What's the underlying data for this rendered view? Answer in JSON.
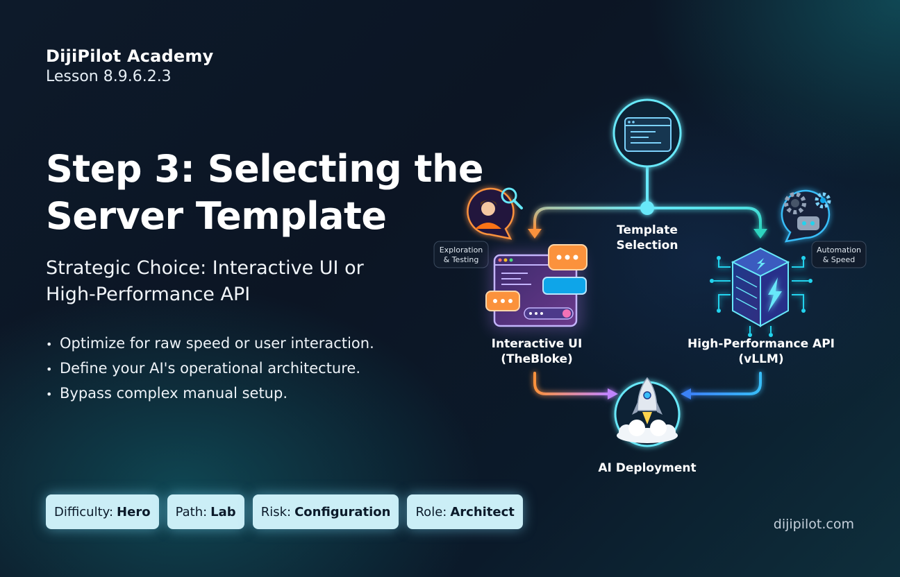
{
  "brand": {
    "name": "DijiPilot Academy",
    "lesson": "Lesson 8.9.6.2.3"
  },
  "title": {
    "line1": "Step 3: Selecting the",
    "line2": "Server Template"
  },
  "subtitle": {
    "line1": "Strategic Choice: Interactive UI or",
    "line2": "High-Performance API"
  },
  "bullets": [
    "Optimize for raw speed or user interaction.",
    "Define your AI's operational architecture.",
    "Bypass complex manual setup."
  ],
  "pills": [
    {
      "label": "Difficulty:",
      "value": "Hero"
    },
    {
      "label": "Path:",
      "value": "Lab"
    },
    {
      "label": "Risk:",
      "value": "Configuration"
    },
    {
      "label": "Role:",
      "value": "Architect"
    }
  ],
  "website": "dijipilot.com",
  "diagram": {
    "hub": {
      "line1": "Template",
      "line2": "Selection"
    },
    "left_node": {
      "line1": "Interactive UI",
      "line2": "(TheBloke)",
      "tag_line1": "Exploration",
      "tag_line2": "& Testing"
    },
    "right_node": {
      "line1": "High-Performance API",
      "line2": "(vLLM)",
      "tag_line1": "Automation",
      "tag_line2": "& Speed"
    },
    "bottom_node": {
      "label": "AI Deployment"
    }
  },
  "colors": {
    "cyan": "#22d3ee",
    "orange": "#fb923c",
    "purple": "#a78bfa",
    "blue": "#3b82f6",
    "pill_bg": "#cbeef6"
  },
  "icons": [
    "terminal-icon",
    "person-search-icon",
    "chat-window-icon",
    "gears-robot-icon",
    "server-bolt-icon",
    "rocket-icon"
  ]
}
